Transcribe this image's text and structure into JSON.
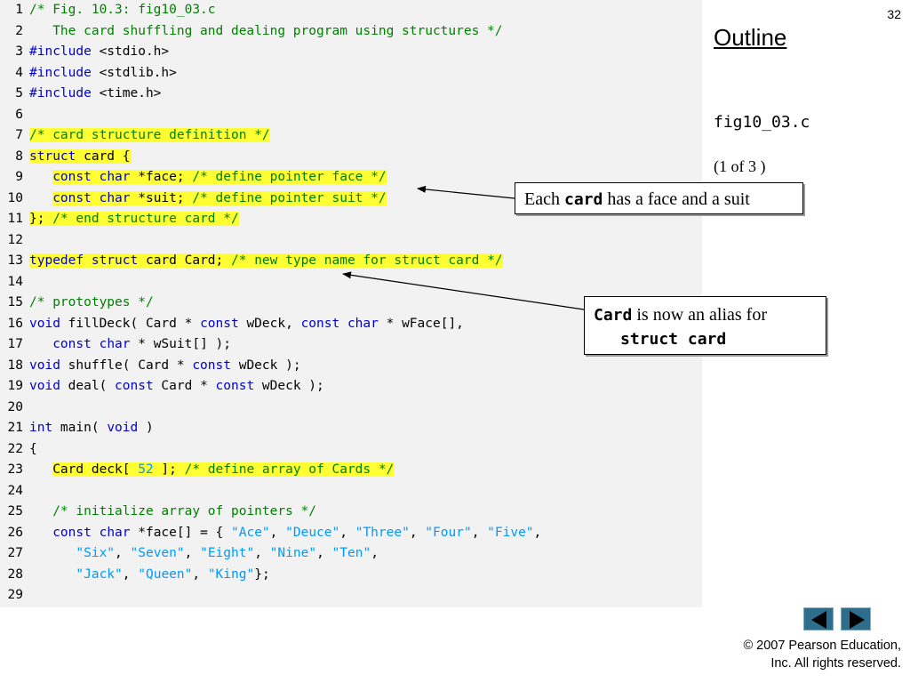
{
  "slide": {
    "number": "32",
    "outline_title": "Outline",
    "file_name": "fig10_03.c",
    "page_indicator": "(1 of 3 )",
    "copyright_line1": "© 2007 Pearson Education,",
    "copyright_line2": "Inc.  All rights reserved."
  },
  "callouts": [
    {
      "text_before": "Each ",
      "code": "card",
      "text_after": " has a face and a suit"
    },
    {
      "code": "Card",
      "text_after": " is now an alias for",
      "code2": "struct card"
    }
  ],
  "nav": {
    "prev_icon": "triangle-left-icon",
    "next_icon": "triangle-right-icon",
    "button_color": "#2f6d8c"
  },
  "colors": {
    "comment": "#008000",
    "keyword": "#0000cc",
    "string": "#0099ff",
    "highlight": "#ffff33",
    "panel": "#f2f2f2"
  },
  "code_lines": [
    {
      "num": "1",
      "tokens": [
        {
          "t": "/* Fig. 10.3: fig10_03.c",
          "c": "comment"
        }
      ]
    },
    {
      "num": "2",
      "tokens": [
        {
          "t": "   The card shuffling and dealing program using structures */",
          "c": "comment"
        }
      ]
    },
    {
      "num": "3",
      "tokens": [
        {
          "t": "#include",
          "c": "keyword"
        },
        {
          "t": " <stdio.h>",
          "c": "plain"
        }
      ]
    },
    {
      "num": "4",
      "tokens": [
        {
          "t": "#include",
          "c": "keyword"
        },
        {
          "t": " <stdlib.h>",
          "c": "plain"
        }
      ]
    },
    {
      "num": "5",
      "tokens": [
        {
          "t": "#include",
          "c": "keyword"
        },
        {
          "t": " <time.h>",
          "c": "plain"
        }
      ]
    },
    {
      "num": "6",
      "tokens": []
    },
    {
      "num": "7",
      "tokens": [
        {
          "t": "/* card structure definition */",
          "c": "comment",
          "h": true
        }
      ]
    },
    {
      "num": "8",
      "tokens": [
        {
          "t": "struct",
          "c": "keyword",
          "h": true
        },
        {
          "t": " card {",
          "c": "plain",
          "h": true
        }
      ]
    },
    {
      "num": "9",
      "tokens": [
        {
          "t": "   ",
          "c": "plain"
        },
        {
          "t": "const",
          "c": "keyword",
          "h": true
        },
        {
          "t": " ",
          "c": "plain",
          "h": true
        },
        {
          "t": "char",
          "c": "keyword",
          "h": true
        },
        {
          "t": " *face; ",
          "c": "plain",
          "h": true
        },
        {
          "t": "/* define pointer face */",
          "c": "comment",
          "h": true
        }
      ]
    },
    {
      "num": "10",
      "tokens": [
        {
          "t": "   ",
          "c": "plain"
        },
        {
          "t": "const",
          "c": "keyword",
          "h": true
        },
        {
          "t": " ",
          "c": "plain",
          "h": true
        },
        {
          "t": "char",
          "c": "keyword",
          "h": true
        },
        {
          "t": " *suit; ",
          "c": "plain",
          "h": true
        },
        {
          "t": "/* define pointer suit */",
          "c": "comment",
          "h": true
        }
      ]
    },
    {
      "num": "11",
      "tokens": [
        {
          "t": "}; ",
          "c": "plain",
          "h": true
        },
        {
          "t": "/* end structure card */",
          "c": "comment",
          "h": true
        }
      ]
    },
    {
      "num": "12",
      "tokens": []
    },
    {
      "num": "13",
      "tokens": [
        {
          "t": "typedef",
          "c": "keyword",
          "h": true
        },
        {
          "t": " ",
          "c": "plain",
          "h": true
        },
        {
          "t": "struct",
          "c": "keyword",
          "h": true
        },
        {
          "t": " card Card; ",
          "c": "plain",
          "h": true
        },
        {
          "t": "/* new type name for struct card */",
          "c": "comment",
          "h": true
        }
      ]
    },
    {
      "num": "14",
      "tokens": []
    },
    {
      "num": "15",
      "tokens": [
        {
          "t": "/* prototypes */",
          "c": "comment"
        }
      ]
    },
    {
      "num": "16",
      "tokens": [
        {
          "t": "void",
          "c": "keyword"
        },
        {
          "t": " fillDeck( Card * ",
          "c": "plain"
        },
        {
          "t": "const",
          "c": "keyword"
        },
        {
          "t": " wDeck, ",
          "c": "plain"
        },
        {
          "t": "const",
          "c": "keyword"
        },
        {
          "t": " ",
          "c": "plain"
        },
        {
          "t": "char",
          "c": "keyword"
        },
        {
          "t": " * wFace[],",
          "c": "plain"
        }
      ]
    },
    {
      "num": "17",
      "tokens": [
        {
          "t": "   ",
          "c": "plain"
        },
        {
          "t": "const",
          "c": "keyword"
        },
        {
          "t": " ",
          "c": "plain"
        },
        {
          "t": "char",
          "c": "keyword"
        },
        {
          "t": " * wSuit[] );",
          "c": "plain"
        }
      ]
    },
    {
      "num": "18",
      "tokens": [
        {
          "t": "void",
          "c": "keyword"
        },
        {
          "t": " shuffle( Card * ",
          "c": "plain"
        },
        {
          "t": "const",
          "c": "keyword"
        },
        {
          "t": " wDeck );",
          "c": "plain"
        }
      ]
    },
    {
      "num": "19",
      "tokens": [
        {
          "t": "void",
          "c": "keyword"
        },
        {
          "t": " deal( ",
          "c": "plain"
        },
        {
          "t": "const",
          "c": "keyword"
        },
        {
          "t": " Card * ",
          "c": "plain"
        },
        {
          "t": "const",
          "c": "keyword"
        },
        {
          "t": " wDeck );",
          "c": "plain"
        }
      ]
    },
    {
      "num": "20",
      "tokens": []
    },
    {
      "num": "21",
      "tokens": [
        {
          "t": "int",
          "c": "keyword"
        },
        {
          "t": " main( ",
          "c": "plain"
        },
        {
          "t": "void",
          "c": "keyword"
        },
        {
          "t": " )",
          "c": "plain"
        }
      ]
    },
    {
      "num": "22",
      "tokens": [
        {
          "t": "{",
          "c": "plain"
        }
      ]
    },
    {
      "num": "23",
      "tokens": [
        {
          "t": "   ",
          "c": "plain"
        },
        {
          "t": "Card deck[ ",
          "c": "plain",
          "h": true
        },
        {
          "t": "52",
          "c": "number",
          "h": true
        },
        {
          "t": " ]; ",
          "c": "plain",
          "h": true
        },
        {
          "t": "/* define array of Cards */",
          "c": "comment",
          "h": true
        }
      ]
    },
    {
      "num": "24",
      "tokens": []
    },
    {
      "num": "25",
      "tokens": [
        {
          "t": "   ",
          "c": "plain"
        },
        {
          "t": "/* initialize array of pointers */",
          "c": "comment"
        }
      ]
    },
    {
      "num": "26",
      "tokens": [
        {
          "t": "   ",
          "c": "plain"
        },
        {
          "t": "const",
          "c": "keyword"
        },
        {
          "t": " ",
          "c": "plain"
        },
        {
          "t": "char",
          "c": "keyword"
        },
        {
          "t": " *face[] = { ",
          "c": "plain"
        },
        {
          "t": "\"Ace\"",
          "c": "string"
        },
        {
          "t": ", ",
          "c": "plain"
        },
        {
          "t": "\"Deuce\"",
          "c": "string"
        },
        {
          "t": ", ",
          "c": "plain"
        },
        {
          "t": "\"Three\"",
          "c": "string"
        },
        {
          "t": ", ",
          "c": "plain"
        },
        {
          "t": "\"Four\"",
          "c": "string"
        },
        {
          "t": ", ",
          "c": "plain"
        },
        {
          "t": "\"Five\"",
          "c": "string"
        },
        {
          "t": ",",
          "c": "plain"
        }
      ]
    },
    {
      "num": "27",
      "tokens": [
        {
          "t": "      ",
          "c": "plain"
        },
        {
          "t": "\"Six\"",
          "c": "string"
        },
        {
          "t": ", ",
          "c": "plain"
        },
        {
          "t": "\"Seven\"",
          "c": "string"
        },
        {
          "t": ", ",
          "c": "plain"
        },
        {
          "t": "\"Eight\"",
          "c": "string"
        },
        {
          "t": ", ",
          "c": "plain"
        },
        {
          "t": "\"Nine\"",
          "c": "string"
        },
        {
          "t": ", ",
          "c": "plain"
        },
        {
          "t": "\"Ten\"",
          "c": "string"
        },
        {
          "t": ",",
          "c": "plain"
        }
      ]
    },
    {
      "num": "28",
      "tokens": [
        {
          "t": "      ",
          "c": "plain"
        },
        {
          "t": "\"Jack\"",
          "c": "string"
        },
        {
          "t": ", ",
          "c": "plain"
        },
        {
          "t": "\"Queen\"",
          "c": "string"
        },
        {
          "t": ", ",
          "c": "plain"
        },
        {
          "t": "\"King\"",
          "c": "string"
        },
        {
          "t": "};",
          "c": "plain"
        }
      ]
    },
    {
      "num": "29",
      "tokens": []
    }
  ]
}
